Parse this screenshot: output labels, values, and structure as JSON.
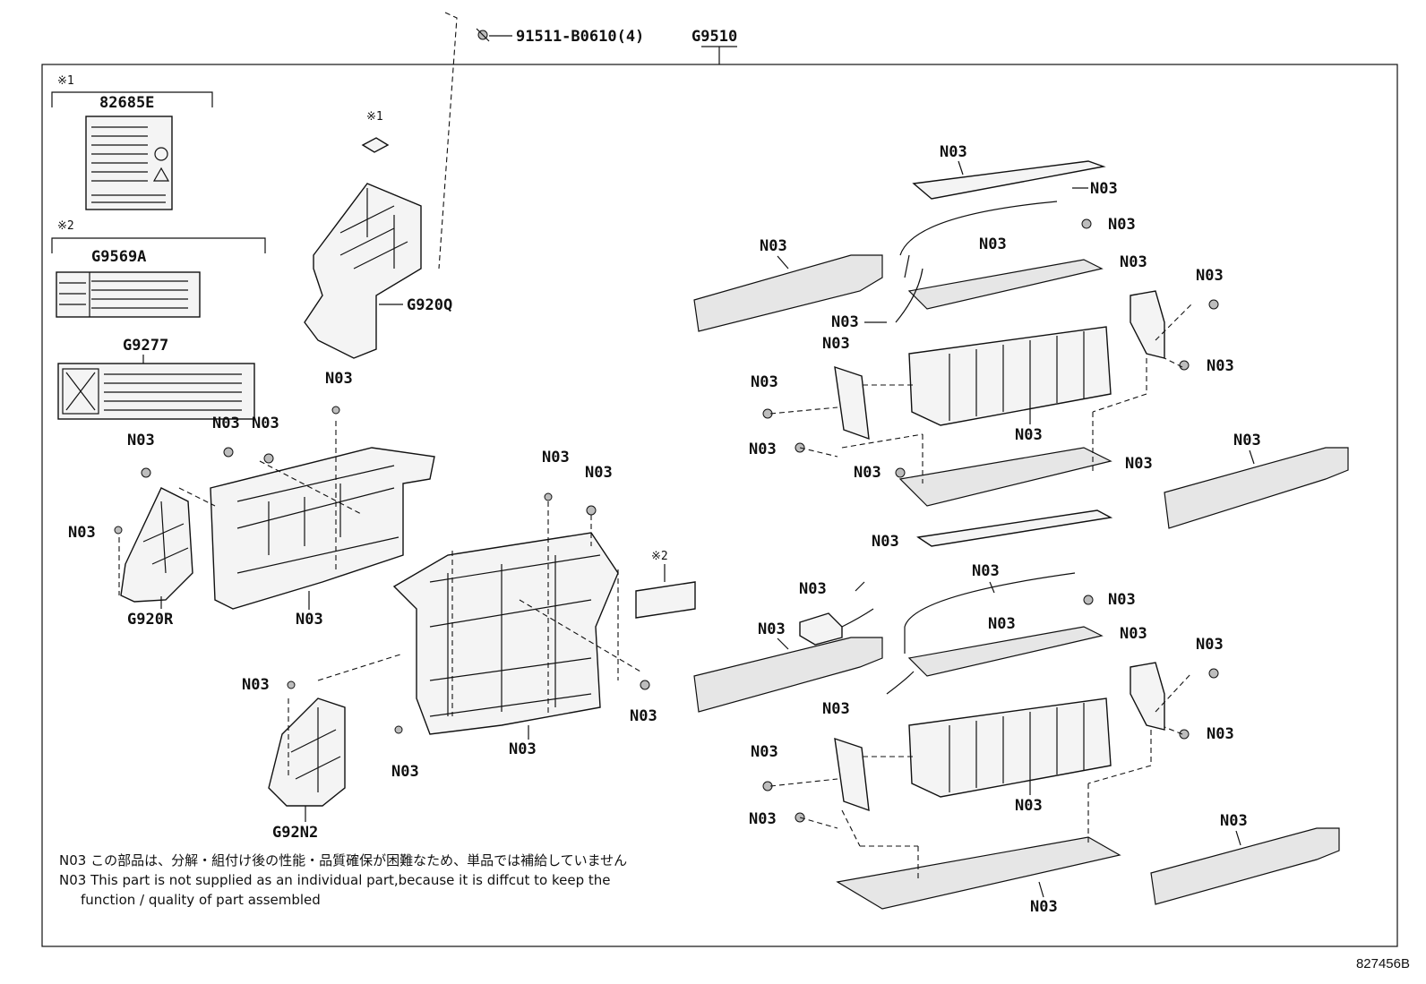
{
  "diagram": {
    "group_code": "G9510",
    "bolt_label": "91511-B0610(4)",
    "ref_number": "827456B",
    "callouts": {
      "mark1": "※1",
      "mark2": "※2",
      "label_82685E": "82685E",
      "label_G9569A": "G9569A",
      "label_G9277": "G9277",
      "g920q": "G920Q",
      "g920r": "G920R",
      "g92n2": "G92N2",
      "n03": "N03"
    },
    "notes": {
      "jp": "N03 この部品は、分解・組付け後の性能・品質確保が困難なため、単品では補給していません",
      "en1": "N03 This part is not supplied as an  individual part,because it is diffcut to keep the",
      "en2": "function / quality of part assembled"
    }
  }
}
